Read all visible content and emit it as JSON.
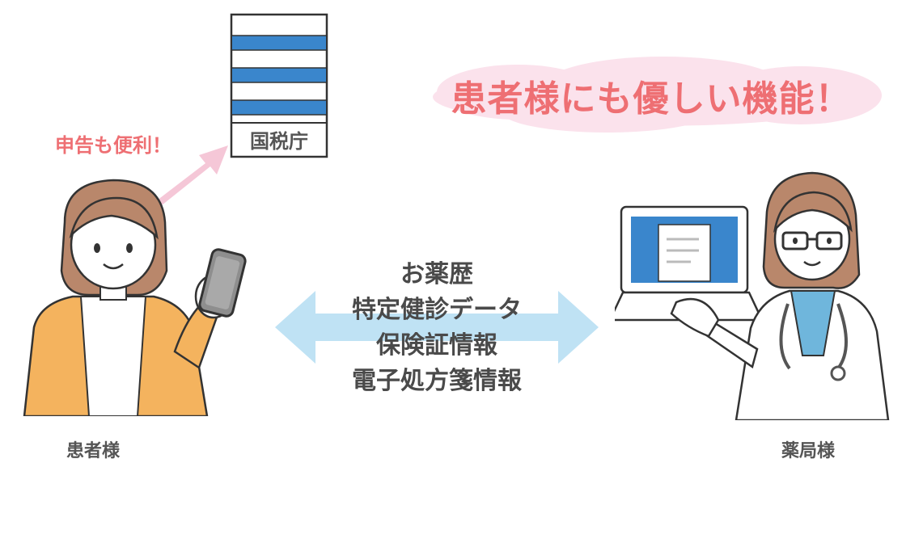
{
  "headline": "患者様にも優しい機能！",
  "callout": "申告も便利！",
  "tax_office": "国税庁",
  "data_items": [
    "お薬歴",
    "特定健診データ",
    "保険証情報",
    "電子処方箋情報"
  ],
  "patient_label": "患者様",
  "pharmacy_label": "薬局様",
  "colors": {
    "accent_red": "#ee6f73",
    "cloud_pink": "#fbe2ec",
    "arrow_blue": "#bfe2f4",
    "stripe_blue": "#3a86cc",
    "jacket_orange": "#f4b35e",
    "hair_brown": "#b9876b"
  }
}
